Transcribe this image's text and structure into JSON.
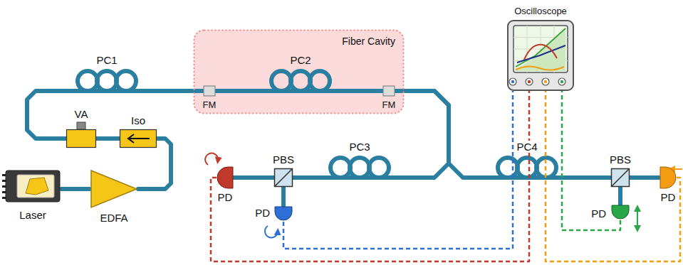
{
  "diagram": {
    "nodes": [
      {
        "text": [
          "Fiber Cavity"
        ]
      },
      {
        "text": [
          "Oscilloscope"
        ]
      },
      {
        "text": [
          "Laser"
        ]
      },
      {
        "text": [
          "EDFA"
        ]
      },
      {
        "text": [
          "VA"
        ]
      },
      {
        "text": [
          "Iso"
        ]
      },
      {
        "text": [
          "PBS"
        ]
      },
      {
        "text": [
          "PBS"
        ]
      },
      {
        "text": [
          "PD"
        ]
      },
      {
        "text": [
          "PD"
        ]
      },
      {
        "text": [
          "PD"
        ]
      },
      {
        "text": [
          "PD"
        ]
      }
    ],
    "edges": [
      {
        "from": 2,
        "to": 3,
        "arrow": "none"
      },
      {
        "from": 3,
        "to": 5,
        "arrow": "none"
      },
      {
        "from": 5,
        "to": 4,
        "arrow": "none"
      },
      {
        "from": 4,
        "to": 0,
        "arrow": "none"
      },
      {
        "from": 0,
        "to": 6,
        "arrow": "none"
      },
      {
        "from": 0,
        "to": 7,
        "arrow": "none"
      },
      {
        "from": 6,
        "to": 8,
        "arrow": "none"
      },
      {
        "from": 6,
        "to": 9,
        "arrow": "none"
      },
      {
        "from": 7,
        "to": 10,
        "arrow": "none"
      },
      {
        "from": 7,
        "to": 11,
        "arrow": "none"
      },
      {
        "from": 8,
        "to": 1,
        "arrow": "none"
      },
      {
        "from": 9,
        "to": 1,
        "arrow": "none"
      },
      {
        "from": 10,
        "to": 1,
        "arrow": "none"
      },
      {
        "from": 11,
        "to": 1,
        "arrow": "none"
      }
    ],
    "labels": [
      "PC1",
      "PC2",
      "PC3",
      "PC4",
      "FM",
      "FM"
    ]
  }
}
